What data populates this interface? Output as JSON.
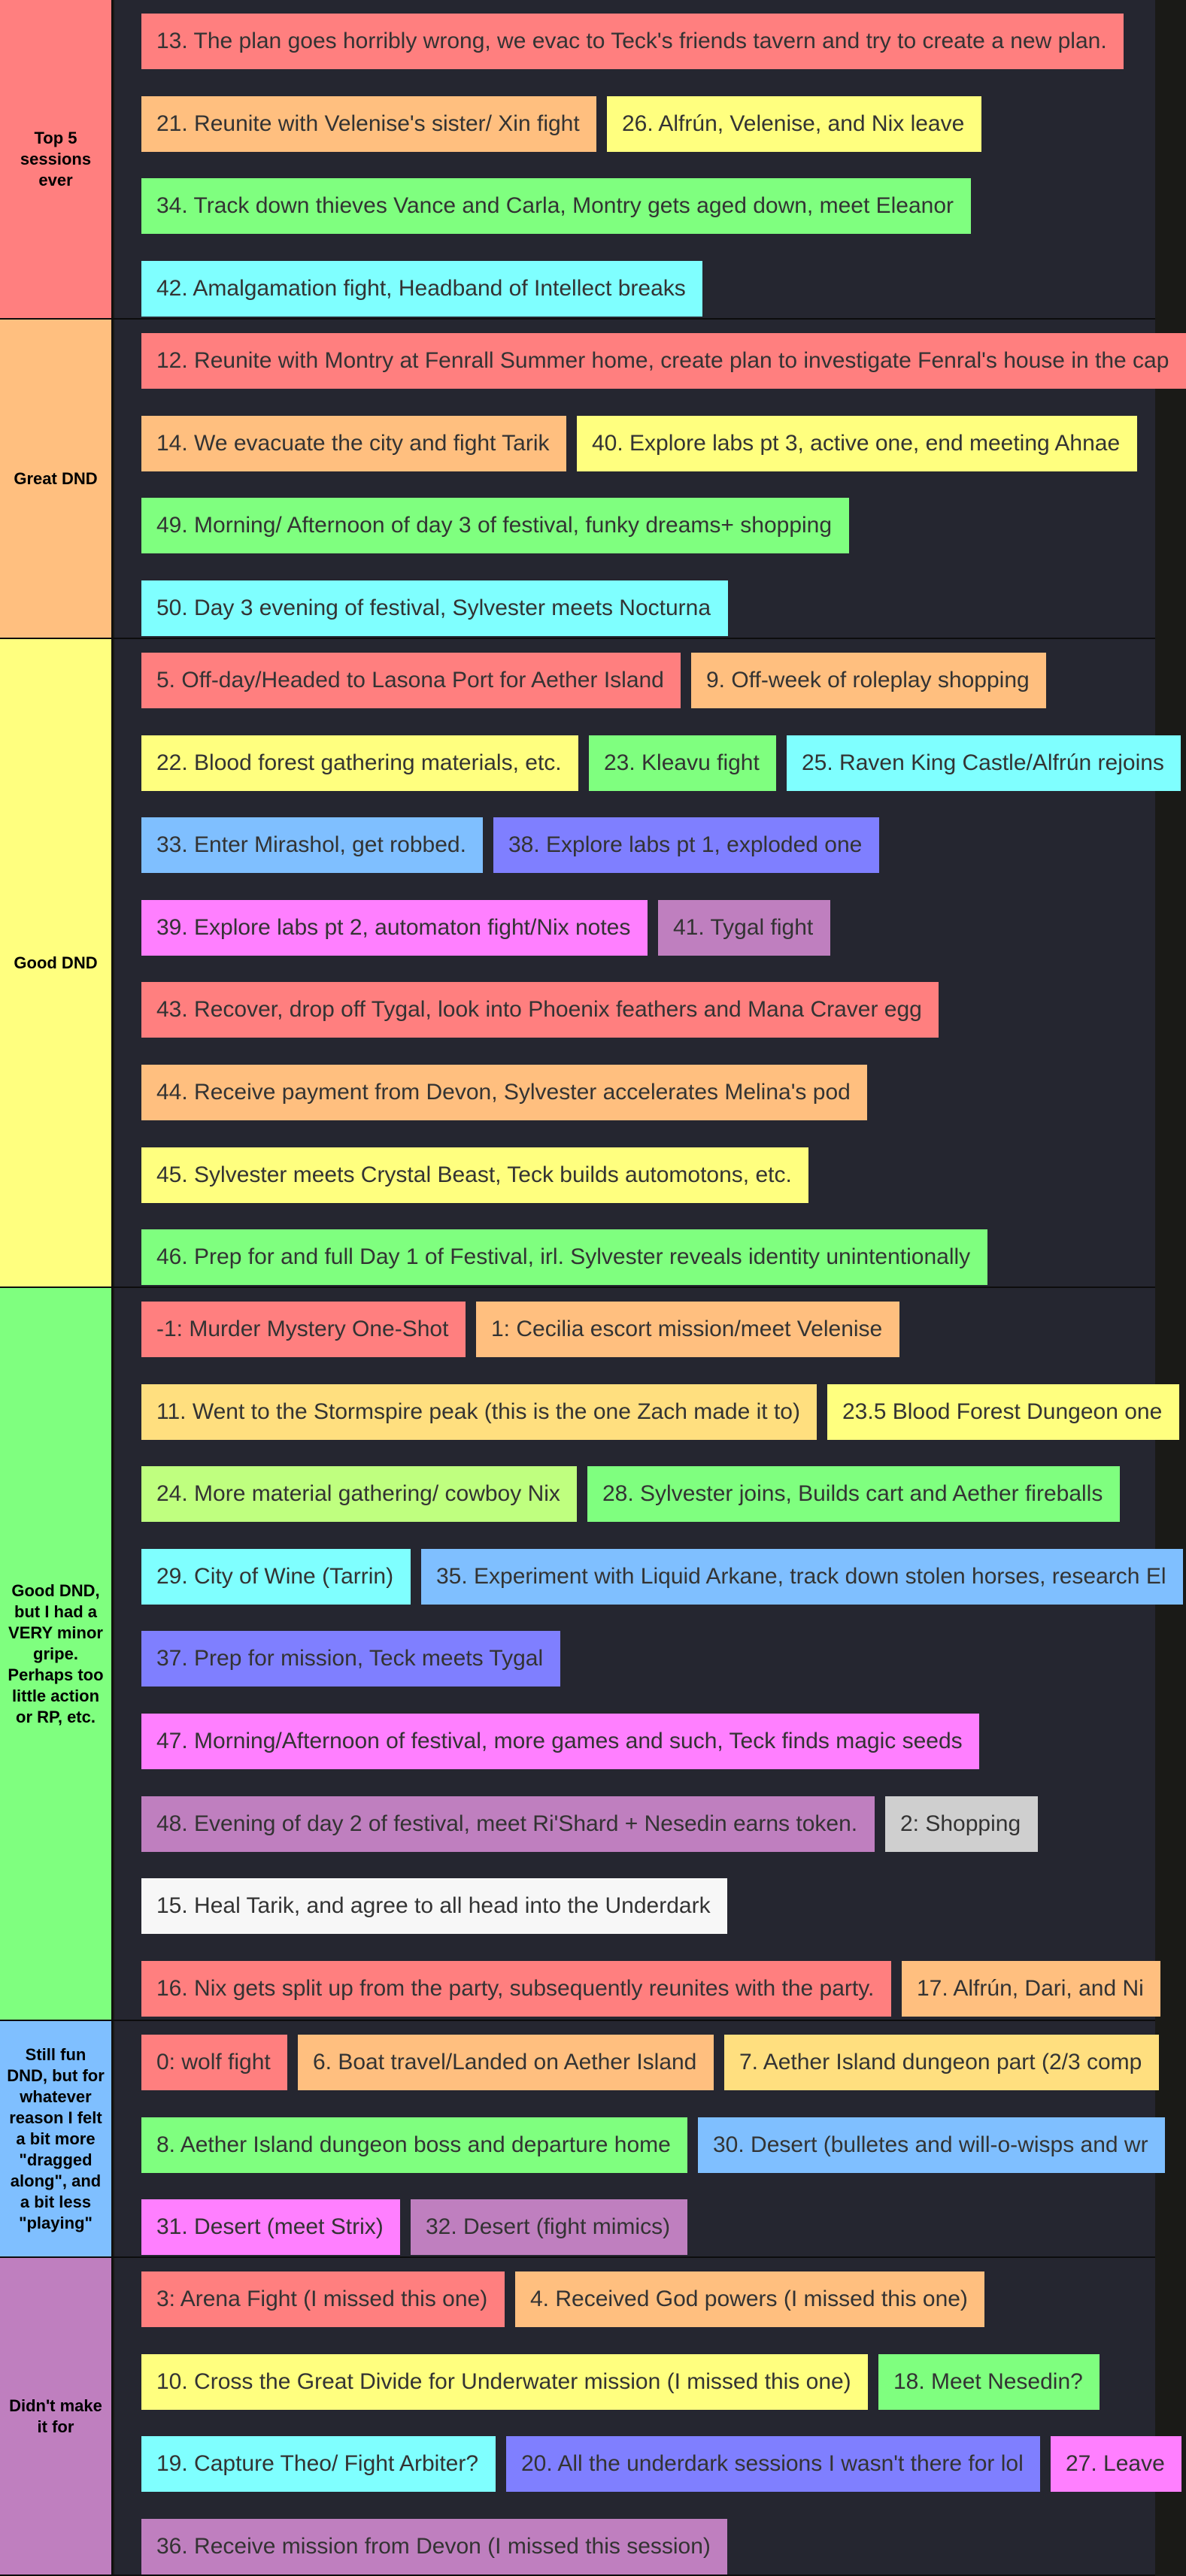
{
  "colors": {
    "background": "#1a1a17",
    "items_background": "#252630",
    "red": "#ff7f7f",
    "orange": "#ffbf7f",
    "yellow": "#ffff7f",
    "green": "#7fff7f",
    "cyan": "#7fffff",
    "blue": "#7fbfff",
    "indigo": "#7f7fff",
    "pink": "#ff7fff",
    "purple": "#bf7fbf",
    "gray": "#cfcfcf",
    "white": "#f7f7f7"
  },
  "tiers": [
    {
      "label": "Top 5 sessions ever",
      "color": "red",
      "items": [
        {
          "text": "13. The plan goes horribly wrong, we evac to Teck's friends tavern and try to create a new plan.",
          "color": "red"
        },
        {
          "text": "21. Reunite with Velenise's sister/ Xin fight",
          "color": "orange"
        },
        {
          "text": "26. Alfrún, Velenise, and Nix leave",
          "color": "yellow"
        },
        {
          "text": "34. Track down thieves Vance and Carla, Montry gets aged down, meet Eleanor",
          "color": "green"
        },
        {
          "text": "42. Amalgamation fight, Headband of Intellect breaks",
          "color": "cyan"
        }
      ]
    },
    {
      "label": "Great DND",
      "color": "orange",
      "items": [
        {
          "text": "12. Reunite with Montry at Fenrall Summer home, create plan to investigate Fenral's house in the cap",
          "color": "red"
        },
        {
          "text": "14. We evacuate the city and fight Tarik",
          "color": "orange"
        },
        {
          "text": "40. Explore labs pt 3, active one, end meeting Ahnae",
          "color": "yellow"
        },
        {
          "text": "49. Morning/ Afternoon of day 3 of festival, funky dreams+ shopping",
          "color": "green"
        },
        {
          "text": "50. Day 3 evening of festival, Sylvester meets Nocturna",
          "color": "cyan"
        }
      ]
    },
    {
      "label": "Good DND",
      "color": "yellow",
      "items": [
        {
          "text": "5. Off-day/Headed to Lasona Port for Aether Island",
          "color": "red"
        },
        {
          "text": "9. Off-week of roleplay shopping",
          "color": "orange"
        },
        {
          "text": "22. Blood forest gathering materials, etc.",
          "color": "yellow"
        },
        {
          "text": "23. Kleavu fight",
          "color": "green"
        },
        {
          "text": "25. Raven King Castle/Alfrún rejoins",
          "color": "cyan"
        },
        {
          "text": "33. Enter Mirashol, get robbed.",
          "color": "blue"
        },
        {
          "text": "38. Explore labs pt 1, exploded one",
          "color": "indigo"
        },
        {
          "text": "39. Explore labs pt 2, automaton fight/Nix notes",
          "color": "pink"
        },
        {
          "text": "41. Tygal fight",
          "color": "purple"
        },
        {
          "text": "43. Recover, drop off Tygal, look into Phoenix feathers and Mana Craver egg",
          "color": "red"
        },
        {
          "text": "44. Receive payment from Devon, Sylvester accelerates Melina's pod",
          "color": "orange"
        },
        {
          "text": "45. Sylvester meets Crystal Beast, Teck builds automotons, etc.",
          "color": "yellow"
        },
        {
          "text": "46. Prep for and full Day 1 of Festival, irl. Sylvester reveals identity unintentionally",
          "color": "green"
        }
      ]
    },
    {
      "label": "Good DND, but I had a VERY minor gripe. Perhaps too little action or RP, etc.",
      "color": "green",
      "items": [
        {
          "text": "-1: Murder Mystery One-Shot",
          "color": "red"
        },
        {
          "text": "1: Cecilia escort mission/meet Velenise",
          "color": "orange"
        },
        {
          "text": "11. Went to the Stormspire peak (this is the one Zach made it to)",
          "color": "orange_yellow"
        },
        {
          "text": "23.5 Blood Forest Dungeon one",
          "color": "yellow"
        },
        {
          "text": "24. More material gathering/ cowboy Nix",
          "color": "yellow_green"
        },
        {
          "text": "28. Sylvester joins, Builds cart and Aether fireballs",
          "color": "green"
        },
        {
          "text": "29. City of Wine (Tarrin)",
          "color": "cyan"
        },
        {
          "text": "35. Experiment with Liquid Arkane, track down stolen horses, research El",
          "color": "blue"
        },
        {
          "text": "37. Prep for mission, Teck meets Tygal",
          "color": "indigo"
        },
        {
          "text": "47. Morning/Afternoon of festival, more games and such, Teck finds magic seeds",
          "color": "pink"
        },
        {
          "text": "48. Evening of day 2 of festival, meet Ri'Shard + Nesedin earns token.",
          "color": "purple"
        },
        {
          "text": "2: Shopping",
          "color": "gray"
        },
        {
          "text": "15. Heal Tarik, and agree to all head into the Underdark",
          "color": "white"
        },
        {
          "text": "16. Nix gets split up from the party, subsequently reunites with the party.",
          "color": "red"
        },
        {
          "text": "17. Alfrún, Dari, and Ni",
          "color": "orange"
        }
      ]
    },
    {
      "label": "Still fun DND, but for whatever reason I felt a bit more \"dragged along\", and a bit less \"playing\"",
      "color": "blue",
      "items": [
        {
          "text": "0: wolf fight",
          "color": "red"
        },
        {
          "text": "6. Boat travel/Landed on Aether Island",
          "color": "orange"
        },
        {
          "text": "7. Aether Island dungeon part (2/3 comp",
          "color": "orange_yellow"
        },
        {
          "text": "8. Aether Island dungeon boss and departure home",
          "color": "green"
        },
        {
          "text": "30. Desert (bulletes and will-o-wisps and wr",
          "color": "blue"
        },
        {
          "text": "31. Desert (meet Strix)",
          "color": "pink"
        },
        {
          "text": "32. Desert (fight mimics)",
          "color": "purple"
        }
      ]
    },
    {
      "label": "Didn't make it for",
      "color": "purple",
      "items": [
        {
          "text": "3: Arena Fight (I missed this one)",
          "color": "red"
        },
        {
          "text": "4. Received God powers (I missed this one)",
          "color": "orange"
        },
        {
          "text": "10. Cross the Great Divide for Underwater mission (I missed this one)",
          "color": "yellow"
        },
        {
          "text": "18. Meet Nesedin?",
          "color": "green"
        },
        {
          "text": "19. Capture Theo/ Fight Arbiter?",
          "color": "cyan"
        },
        {
          "text": "20. All the underdark sessions I wasn't there for lol",
          "color": "indigo"
        },
        {
          "text": "27. Leave",
          "color": "pink"
        },
        {
          "text": "36. Receive mission from Devon (I missed this session)",
          "color": "purple"
        }
      ]
    }
  ]
}
